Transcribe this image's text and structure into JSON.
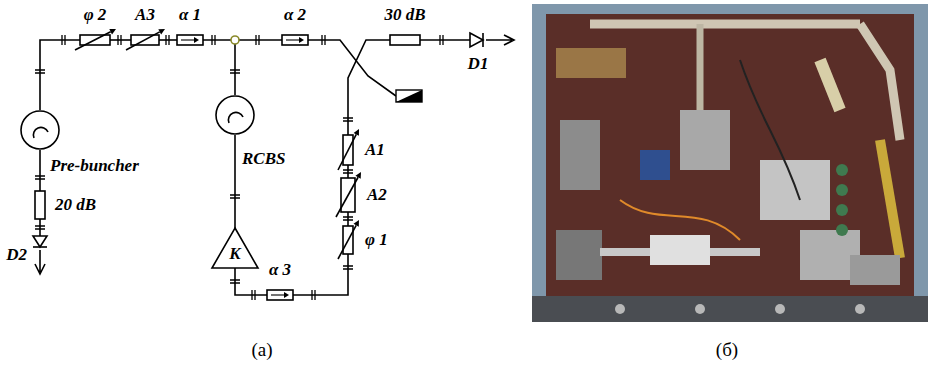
{
  "diagram": {
    "nodes": [
      {
        "text": [
          "Pre-buncher"
        ]
      },
      {
        "text": [
          "20 dB"
        ]
      },
      {
        "text": [
          "D2"
        ]
      },
      {
        "text": [
          "φ 2"
        ]
      },
      {
        "text": [
          "A3"
        ]
      },
      {
        "text": [
          "α 1"
        ]
      },
      {
        "text": [
          "α 2"
        ]
      },
      {
        "text": [
          "30 dB"
        ]
      },
      {
        "text": [
          "D1"
        ]
      },
      {
        "text": [
          "RCBS"
        ]
      },
      {
        "text": [
          "K"
        ]
      },
      {
        "text": [
          "A1"
        ]
      },
      {
        "text": [
          "A2"
        ]
      },
      {
        "text": [
          "φ 1"
        ]
      },
      {
        "text": [
          "α 3"
        ]
      }
    ],
    "edges": [
      {
        "from": 0,
        "to": 1,
        "arrow": "none"
      },
      {
        "from": 1,
        "to": 2,
        "arrow": "none"
      },
      {
        "from": 0,
        "to": 3,
        "arrow": "none"
      },
      {
        "from": 3,
        "to": 4,
        "arrow": "none"
      },
      {
        "from": 4,
        "to": 5,
        "arrow": "none"
      },
      {
        "from": 5,
        "to": 6,
        "arrow": "none"
      },
      {
        "from": 11,
        "to": 7,
        "arrow": "none"
      },
      {
        "from": 7,
        "to": 8,
        "arrow": "none"
      },
      {
        "from": 11,
        "to": 12,
        "arrow": "none"
      },
      {
        "from": 12,
        "to": 13,
        "arrow": "none"
      },
      {
        "from": 13,
        "to": 14,
        "arrow": "none"
      },
      {
        "from": 14,
        "to": 10,
        "arrow": "none"
      },
      {
        "from": 10,
        "to": 9,
        "arrow": "none"
      }
    ],
    "labels": [
      "(а)",
      "(б)"
    ]
  }
}
